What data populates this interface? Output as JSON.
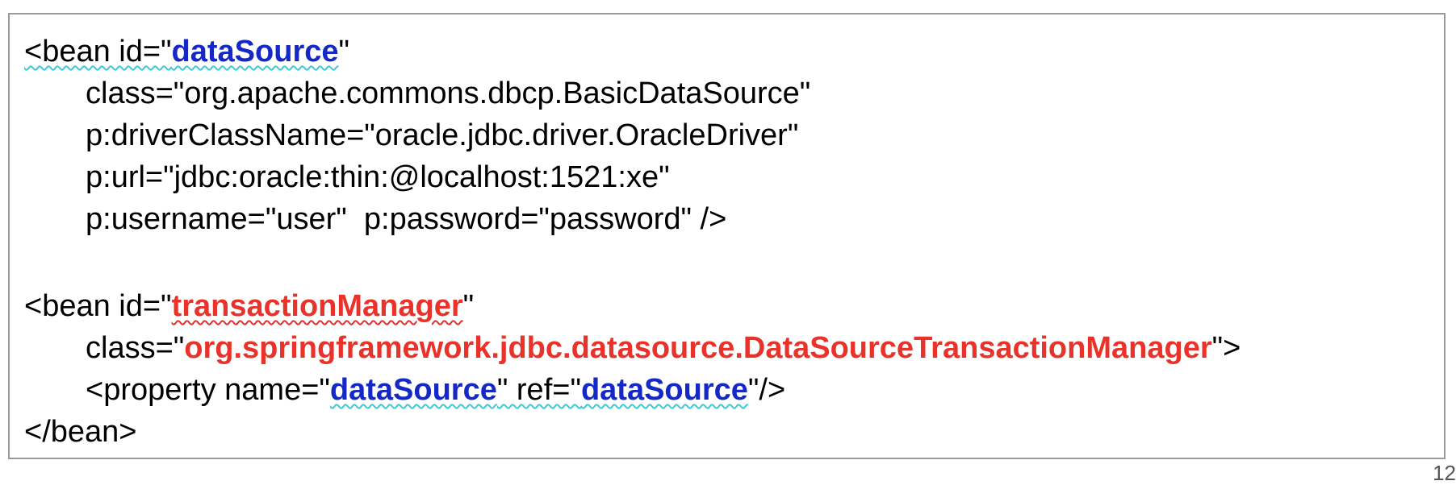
{
  "bean1": {
    "open": "<bean id=\"",
    "id": "dataSource",
    "close_quote": "\"",
    "line2": "class=\"org.apache.commons.dbcp.BasicDataSource\"",
    "line3": "p:driverClassName=\"oracle.jdbc.driver.OracleDriver\"",
    "line4": "p:url=\"jdbc:oracle:thin:@localhost:1521:xe\"",
    "line5": "p:username=\"user\"  p:password=\"password\" />"
  },
  "bean2": {
    "open": "<bean id=\"",
    "id": "transactionManager",
    "close_quote": "\"",
    "class_prefix": "class=\"",
    "class_value": "org.springframework.jdbc.datasource.DataSourceTransactionManager",
    "class_suffix": "\">",
    "prop_prefix": "<property name=\"",
    "prop_name": "dataSource",
    "prop_mid": "\" ref=\"",
    "prop_ref": "dataSource",
    "prop_suffix": "\"/>",
    "end": "</bean>"
  },
  "page_number": "12",
  "colors": {
    "blue_highlight": "#1428c8",
    "red_highlight": "#e8322a",
    "border": "#9a9a9a"
  }
}
